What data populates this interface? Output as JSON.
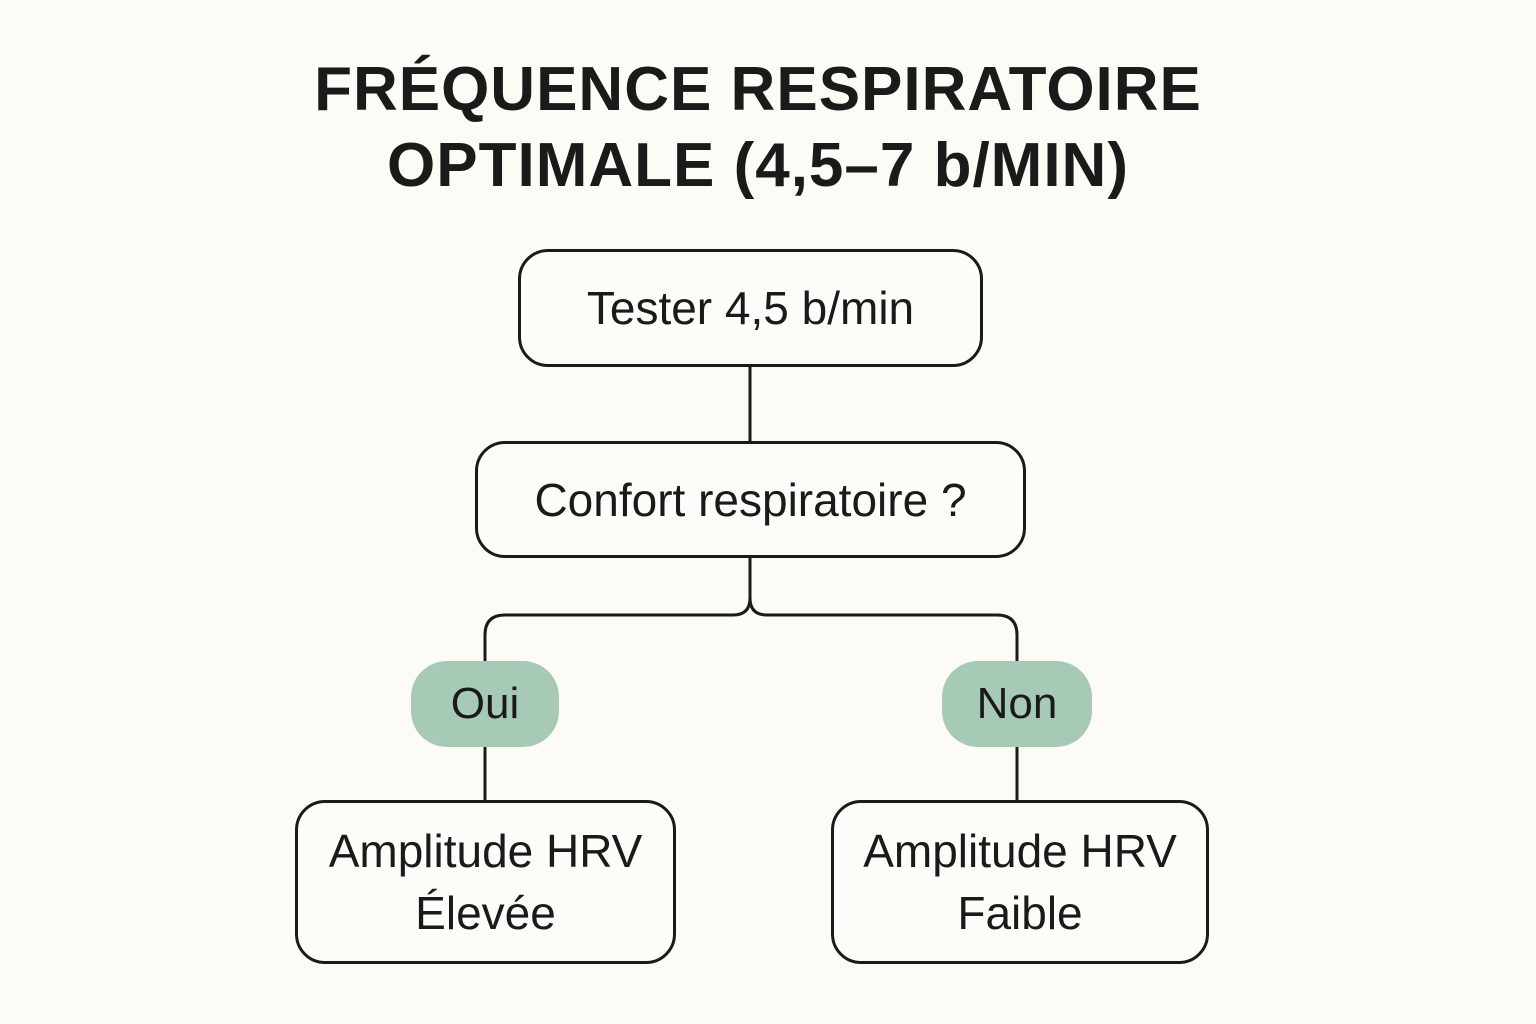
{
  "title": {
    "line1": "FRÉQUENCE RESPIRATOIRE",
    "line2": "OPTIMALE (4,5–7 b/MIN)"
  },
  "nodes": {
    "start": "Tester 4,5 b/min",
    "question": "Confort respiratoire ?",
    "yes": "Oui",
    "no": "Non",
    "result_yes": {
      "line1": "Amplitude HRV",
      "line2": "Élevée"
    },
    "result_no": {
      "line1": "Amplitude HRV",
      "line2": "Faible"
    }
  },
  "colors": {
    "pill": "#a7cab6",
    "stroke": "#1a1a1a",
    "background": "#fcfbf6"
  }
}
